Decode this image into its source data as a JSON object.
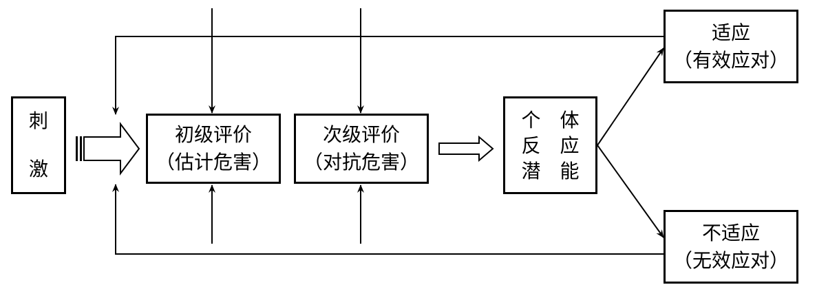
{
  "diagram": {
    "stimulus": {
      "line1": "刺",
      "line2": "激"
    },
    "primary": {
      "title": "初级评价",
      "subtitle": "（估计危害）"
    },
    "secondary": {
      "title": "次级评价",
      "subtitle": "（对抗危害）"
    },
    "response": {
      "chars": [
        "个",
        "体",
        "反",
        "应",
        "潜",
        "能"
      ]
    },
    "adapt": {
      "title": "适应",
      "subtitle": "（有效应对）"
    },
    "maladapt": {
      "title": "不适应",
      "subtitle": "（无效应对）"
    }
  }
}
